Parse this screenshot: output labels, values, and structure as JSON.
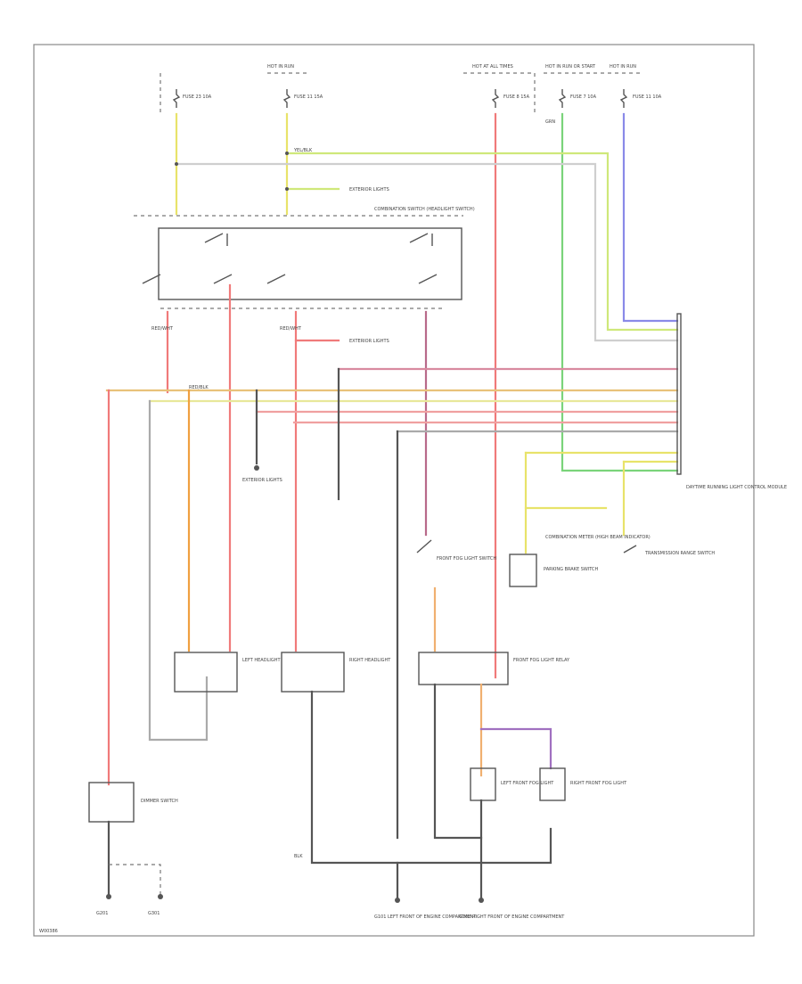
{
  "diagram": {
    "id_label": "W00386",
    "labels": {
      "hot_at_all_times": "HOT AT ALL TIMES",
      "hot_in_run": "HOT IN RUN",
      "hot_in_run_start": "HOT IN RUN OR START",
      "fuse_a": "FUSE 23 10A",
      "fuse_b": "FUSE 11 15A",
      "fuse_c": "FUSE 8 15A",
      "fuse_d": "FUSE 7 10A",
      "fuse_e": "FUSE 11 10A",
      "dimmer_switch": "DIMMER SWITCH",
      "multi_function_switch": "COMBINATION SWITCH (HEADLIGHT SWITCH)",
      "left_headlight": "LEFT HEADLIGHT",
      "right_headlight": "RIGHT HEADLIGHT",
      "fog_relay": "FRONT FOG LIGHT RELAY",
      "fog_switch": "FRONT FOG LIGHT SWITCH",
      "left_fog": "LEFT FRONT FOG LIGHT",
      "right_fog": "RIGHT FRONT FOG LIGHT",
      "ctl_module": "DAYTIME RUNNING LIGHT CONTROL MODULE",
      "parking_brake": "PARKING BRAKE SWITCH",
      "combination_meter": "COMBINATION METER (HIGH BEAM INDICATOR)",
      "transmission_range": "TRANSMISSION RANGE SWITCH",
      "g_left": "G101 LEFT FRONT OF ENGINE COMPARTMENT",
      "g_right": "G102 RIGHT FRONT OF ENGINE COMPARTMENT",
      "g_bottom_left": "G201",
      "g_bottom_left2": "G301",
      "exterior_lights": "EXTERIOR LIGHTS",
      "red_blk": "RED/BLK",
      "red_wht": "RED/WHT",
      "yel_blk": "YEL/BLK",
      "blk": "BLK",
      "grn": "GRN"
    }
  }
}
